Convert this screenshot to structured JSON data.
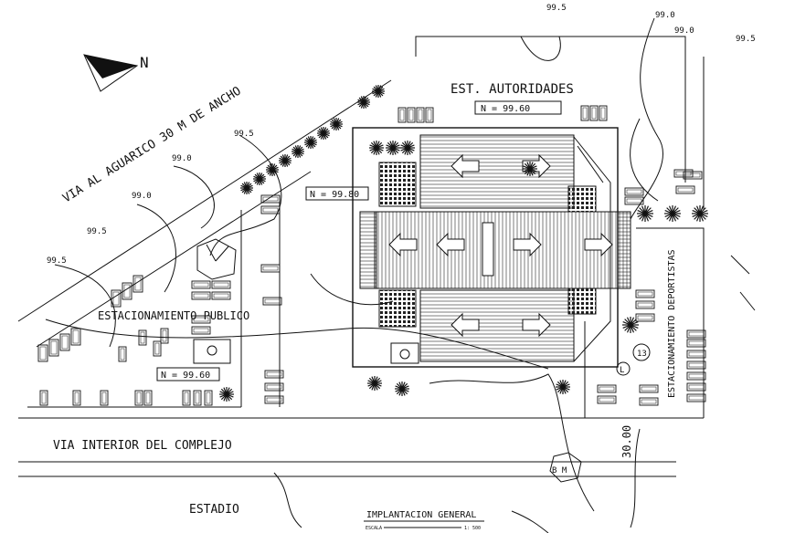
{
  "drawing": {
    "title": "IMPLANTACION GENERAL",
    "scale_left": "ESCALA",
    "scale_right": "1: 500"
  },
  "labels": {
    "north": "N",
    "via_aguarico": "VIA AL AGUARICO  30 M DE ANCHO",
    "est_autoridades": "EST.  AUTORIDADES",
    "est_publico": "ESTACIONAMIENTO PUBLICO",
    "est_deportistas": "ESTACIONAMIENTO DEPORTISTAS",
    "via_interior": "VIA INTERIOR DEL COMPLEJO",
    "estadio": "ESTADIO",
    "width_30": "30.00",
    "bm": "B M",
    "marker_13": "13",
    "marker_L": "L"
  },
  "elevation_boxes": [
    "N = 99.60",
    "N = 99.80",
    "N = 99.60"
  ],
  "contours": [
    "99.5",
    "99.0",
    "99.0",
    "99.5",
    "99.5",
    "99.0",
    "99.0",
    "99.5",
    "99.5"
  ]
}
